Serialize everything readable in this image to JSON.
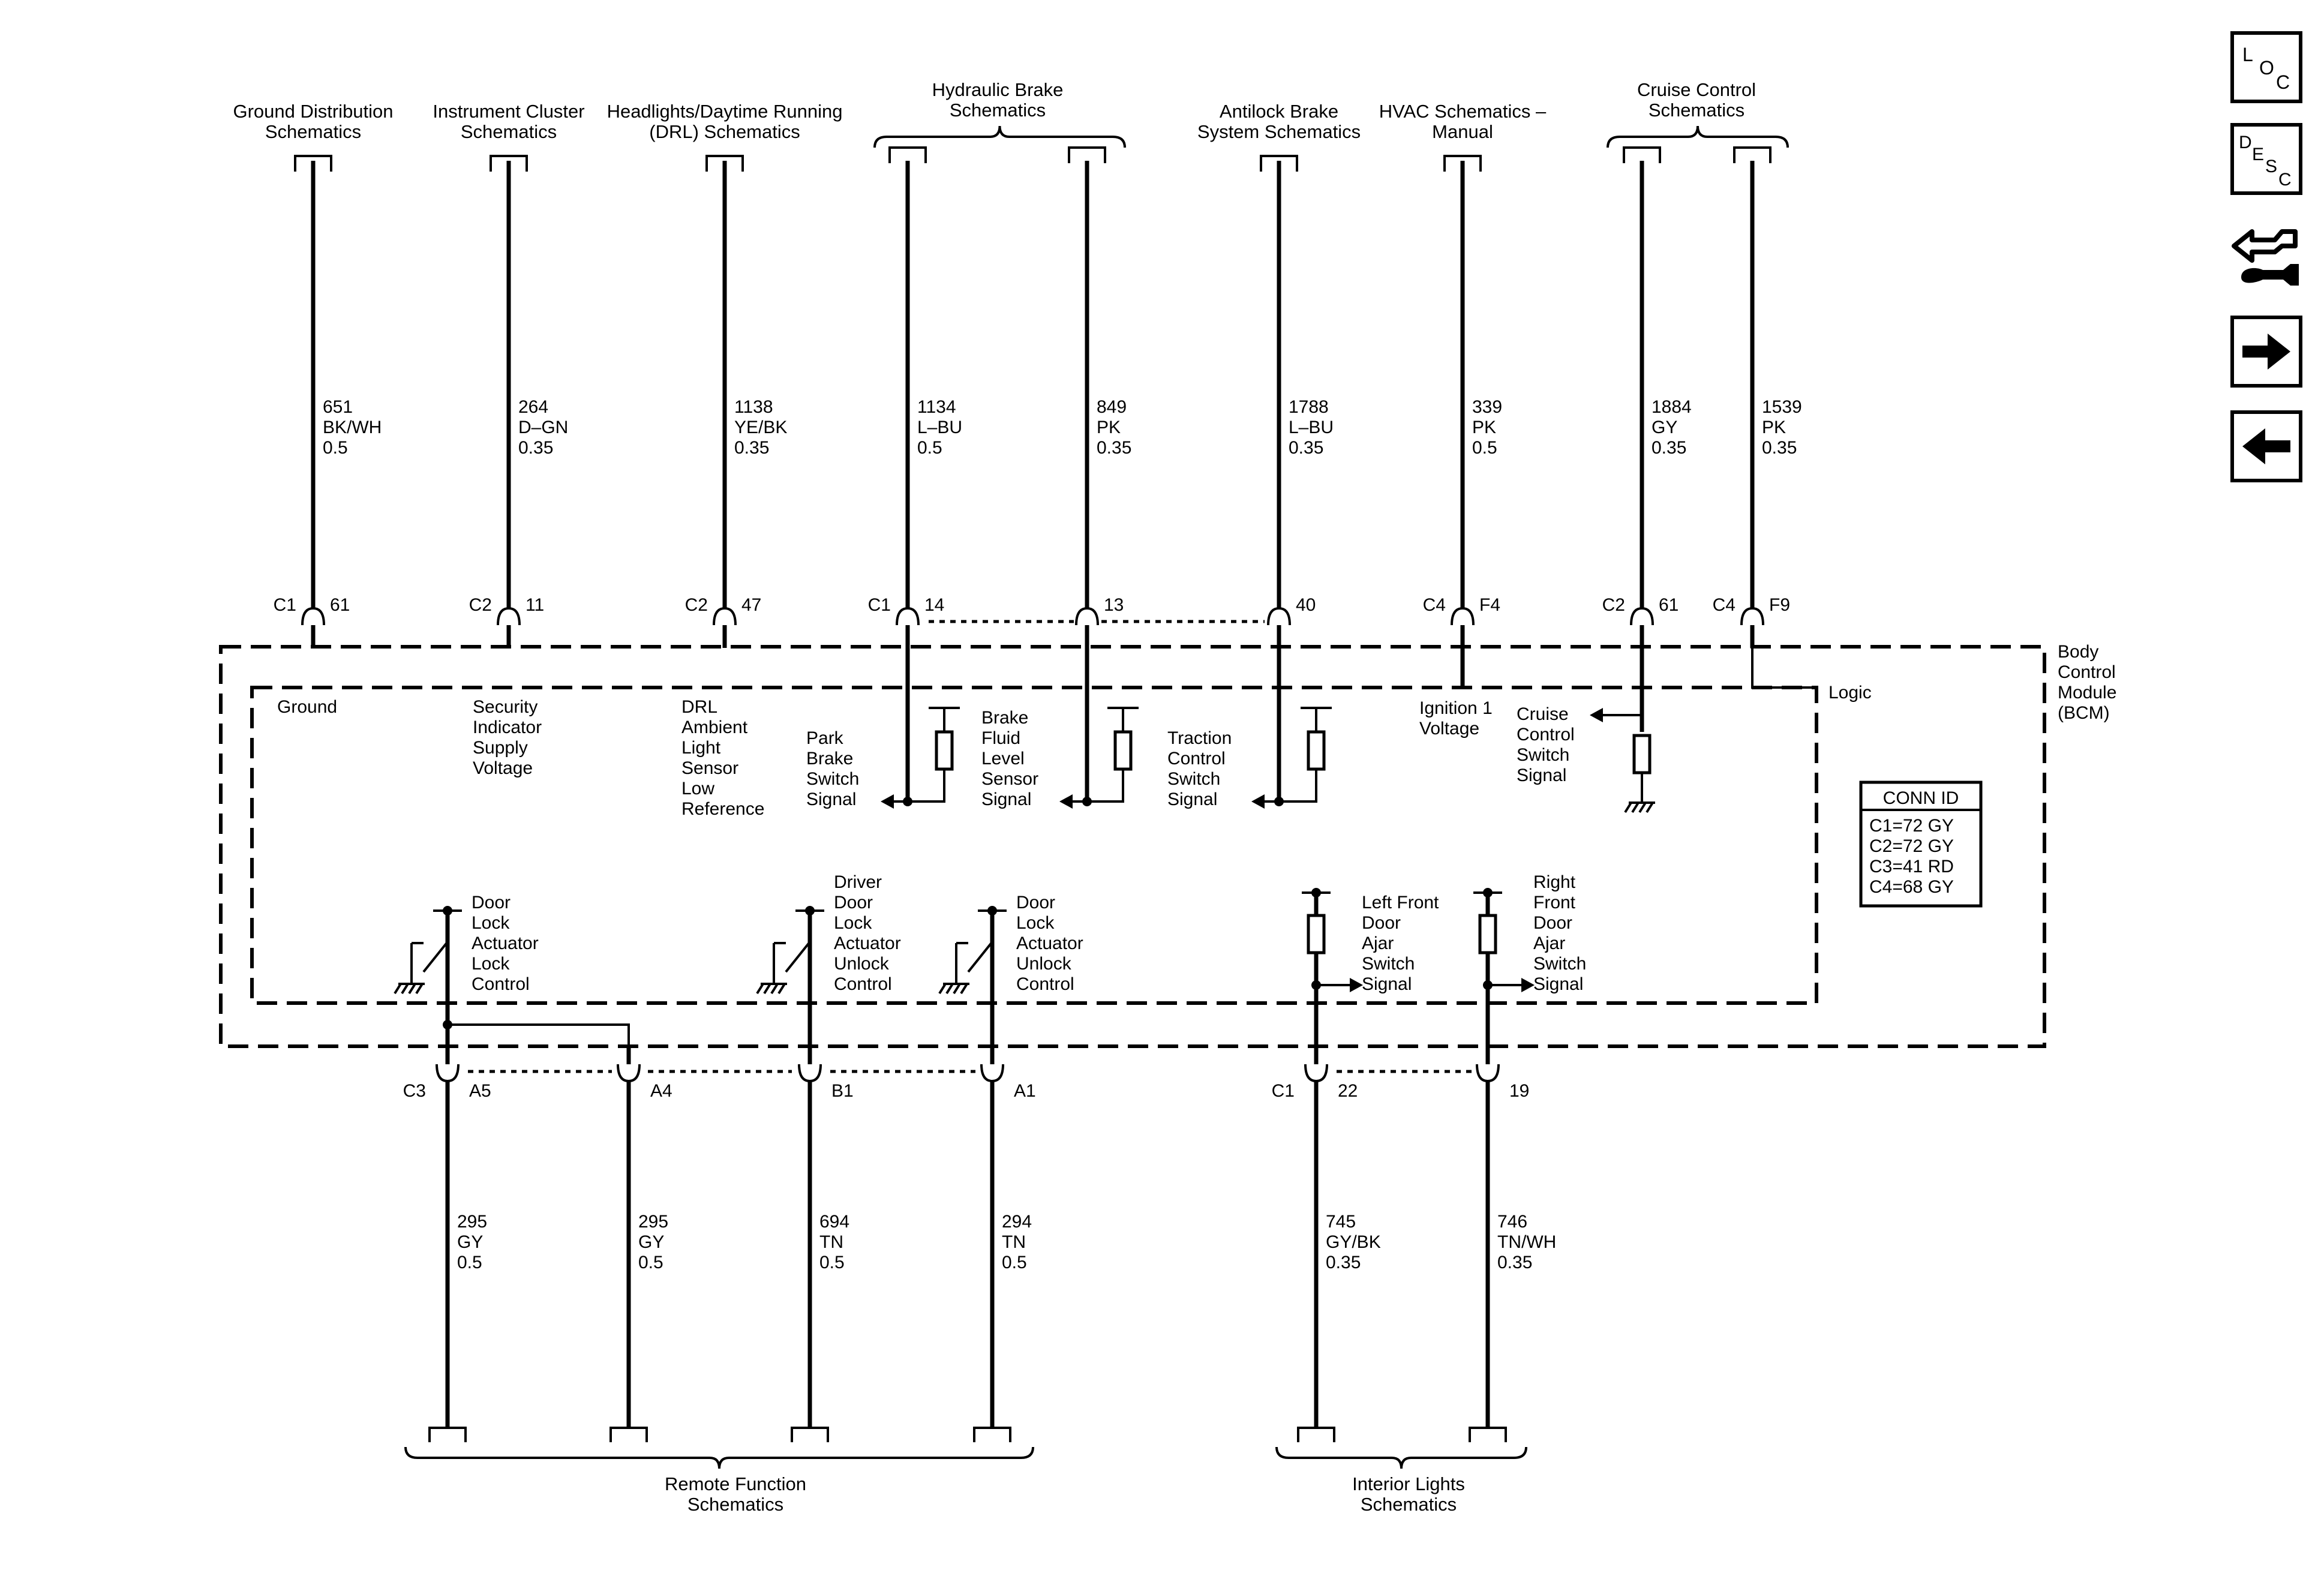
{
  "top_circuits": [
    {
      "title": [
        "Ground Distribution",
        "Schematics"
      ],
      "conn": "C1",
      "pin": "61",
      "wire": [
        "651",
        "BK/WH",
        "0.5"
      ],
      "func": [
        "Ground"
      ]
    },
    {
      "title": [
        "Instrument Cluster",
        "Schematics"
      ],
      "conn": "C2",
      "pin": "11",
      "wire": [
        "264",
        "D–GN",
        "0.35"
      ],
      "func": [
        "Security",
        "Indicator",
        "Supply",
        "Voltage"
      ]
    },
    {
      "title": [
        "Headlights/Daytime Running",
        "(DRL) Schematics"
      ],
      "conn": "C2",
      "pin": "47",
      "wire": [
        "1138",
        "YE/BK",
        "0.35"
      ],
      "func": [
        "DRL",
        "Ambient",
        "Light",
        "Sensor",
        "Low",
        "Reference"
      ]
    },
    {
      "conn": "C1",
      "pin": "14",
      "wire": [
        "1134",
        "L–BU",
        "0.5"
      ],
      "func": [
        "Park",
        "Brake",
        "Switch",
        "Signal"
      ]
    },
    {
      "pin": "13",
      "wire": [
        "849",
        "PK",
        "0.35"
      ],
      "func": [
        "Brake",
        "Fluid",
        "Level",
        "Sensor",
        "Signal"
      ]
    },
    {
      "title": [
        "Antilock Brake",
        "System Schematics"
      ],
      "pin": "40",
      "wire": [
        "1788",
        "L–BU",
        "0.35"
      ],
      "func": [
        "Traction",
        "Control",
        "Switch",
        "Signal"
      ]
    },
    {
      "title": [
        "HVAC Schematics –",
        "Manual"
      ],
      "conn": "C4",
      "pin": "F4",
      "wire": [
        "339",
        "PK",
        "0.5"
      ],
      "func": [
        "Ignition 1",
        "Voltage"
      ]
    },
    {
      "conn": "C2",
      "pin": "61",
      "wire": [
        "1884",
        "GY",
        "0.35"
      ],
      "func": [
        "Cruise",
        "Control",
        "Switch",
        "Signal"
      ]
    },
    {
      "conn": "C4",
      "pin": "F9",
      "wire": [
        "1539",
        "PK",
        "0.35"
      ],
      "func": [
        "Logic"
      ]
    }
  ],
  "group_titles": {
    "hydraulic": [
      "Hydraulic Brake",
      "Schematics"
    ],
    "cruise": [
      "Cruise Control",
      "Schematics"
    ],
    "remote": [
      "Remote Function",
      "Schematics"
    ],
    "interior": [
      "Interior Lights",
      "Schematics"
    ]
  },
  "module_name": [
    "Body",
    "Control",
    "Module",
    "(BCM)"
  ],
  "conn_id": {
    "title": "CONN ID",
    "rows": [
      "C1=72 GY",
      "C2=72 GY",
      "C3=41 RD",
      "C4=68 GY"
    ]
  },
  "bottom_circuits": [
    {
      "conn": "C3",
      "pin": "A5",
      "wire": [
        "295",
        "GY",
        "0.5"
      ],
      "func": [
        "Door",
        "Lock",
        "Actuator",
        "Lock",
        "Control"
      ]
    },
    {
      "pin": "A4",
      "wire": [
        "295",
        "GY",
        "0.5"
      ]
    },
    {
      "pin": "B1",
      "wire": [
        "694",
        "TN",
        "0.5"
      ],
      "func": [
        "Driver",
        "Door",
        "Lock",
        "Actuator",
        "Unlock",
        "Control"
      ]
    },
    {
      "pin": "A1",
      "wire": [
        "294",
        "TN",
        "0.5"
      ],
      "func": [
        "Door",
        "Lock",
        "Actuator",
        "Unlock",
        "Control"
      ]
    },
    {
      "conn": "C1",
      "pin": "22",
      "wire": [
        "745",
        "GY/BK",
        "0.35"
      ],
      "func": [
        "Left Front",
        "Door",
        "Ajar",
        "Switch",
        "Signal"
      ]
    },
    {
      "pin": "19",
      "wire": [
        "746",
        "TN/WH",
        "0.35"
      ],
      "func": [
        "Right",
        "Front",
        "Door",
        "Ajar",
        "Switch",
        "Signal"
      ]
    }
  ],
  "nav": {
    "loc": [
      "L",
      "O",
      "C"
    ],
    "desc": [
      "D",
      "E",
      "S",
      "C"
    ]
  }
}
